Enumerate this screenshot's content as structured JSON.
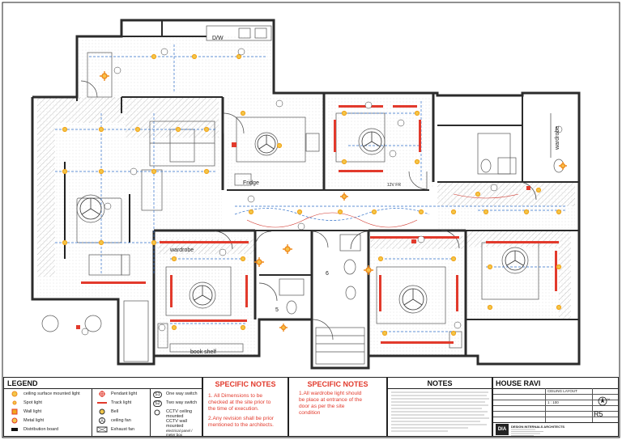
{
  "rooms": {
    "dw": "D/W",
    "fridge": "Fridge",
    "wardrobe_left": "wardrobe",
    "wardrobe_right": "wardrobe",
    "book_shelf": "book shelf",
    "room_5": "5",
    "room_6": "6",
    "label_fr": "12V FR"
  },
  "legend": {
    "title": "LEGEND",
    "items": [
      "ceiling surface mounted light",
      "Spot light",
      "Wall light",
      "Metal light",
      "Distribution board",
      "Pendant light",
      "Track light",
      "Bell",
      "ceiling fan",
      "Exhaust fan",
      "One way switch",
      "Two way switch",
      "CCTV ceiling mounted",
      "CCTV wall mounted",
      "electrical panel / meter box"
    ],
    "switch_codes": [
      "S1",
      "S2"
    ]
  },
  "specific_notes_1": {
    "title": "SPECIFIC NOTES",
    "lines": [
      "1. All Dimensions to be",
      "checked at the site prior to",
      "the time of execution.",
      "2.Any revision shall be prior",
      "mentioned to the architects."
    ]
  },
  "specific_notes_2": {
    "title": "SPECIFIC NOTES",
    "lines": [
      "1.All wardrobe  light should",
      "be place at entrance of the",
      "door as per the site",
      "condition"
    ]
  },
  "notes": {
    "title": "NOTES"
  },
  "title_block": {
    "project": "HOUSE RAVI",
    "drawing_title": "CEILING LAYOUT",
    "scale": "1 : 100",
    "sheet": "R5",
    "firm_logo": "DIA",
    "firm_name": "DESIGN INTERNALS ARCHITECTS"
  },
  "colors": {
    "wall": "#2b2b2b",
    "hatch": "#8a8a8a",
    "spot_light": "#f2a51c",
    "track_light": "#e23a2c",
    "conduit": "#2f6fc9",
    "note_red": "#e23a2c"
  }
}
